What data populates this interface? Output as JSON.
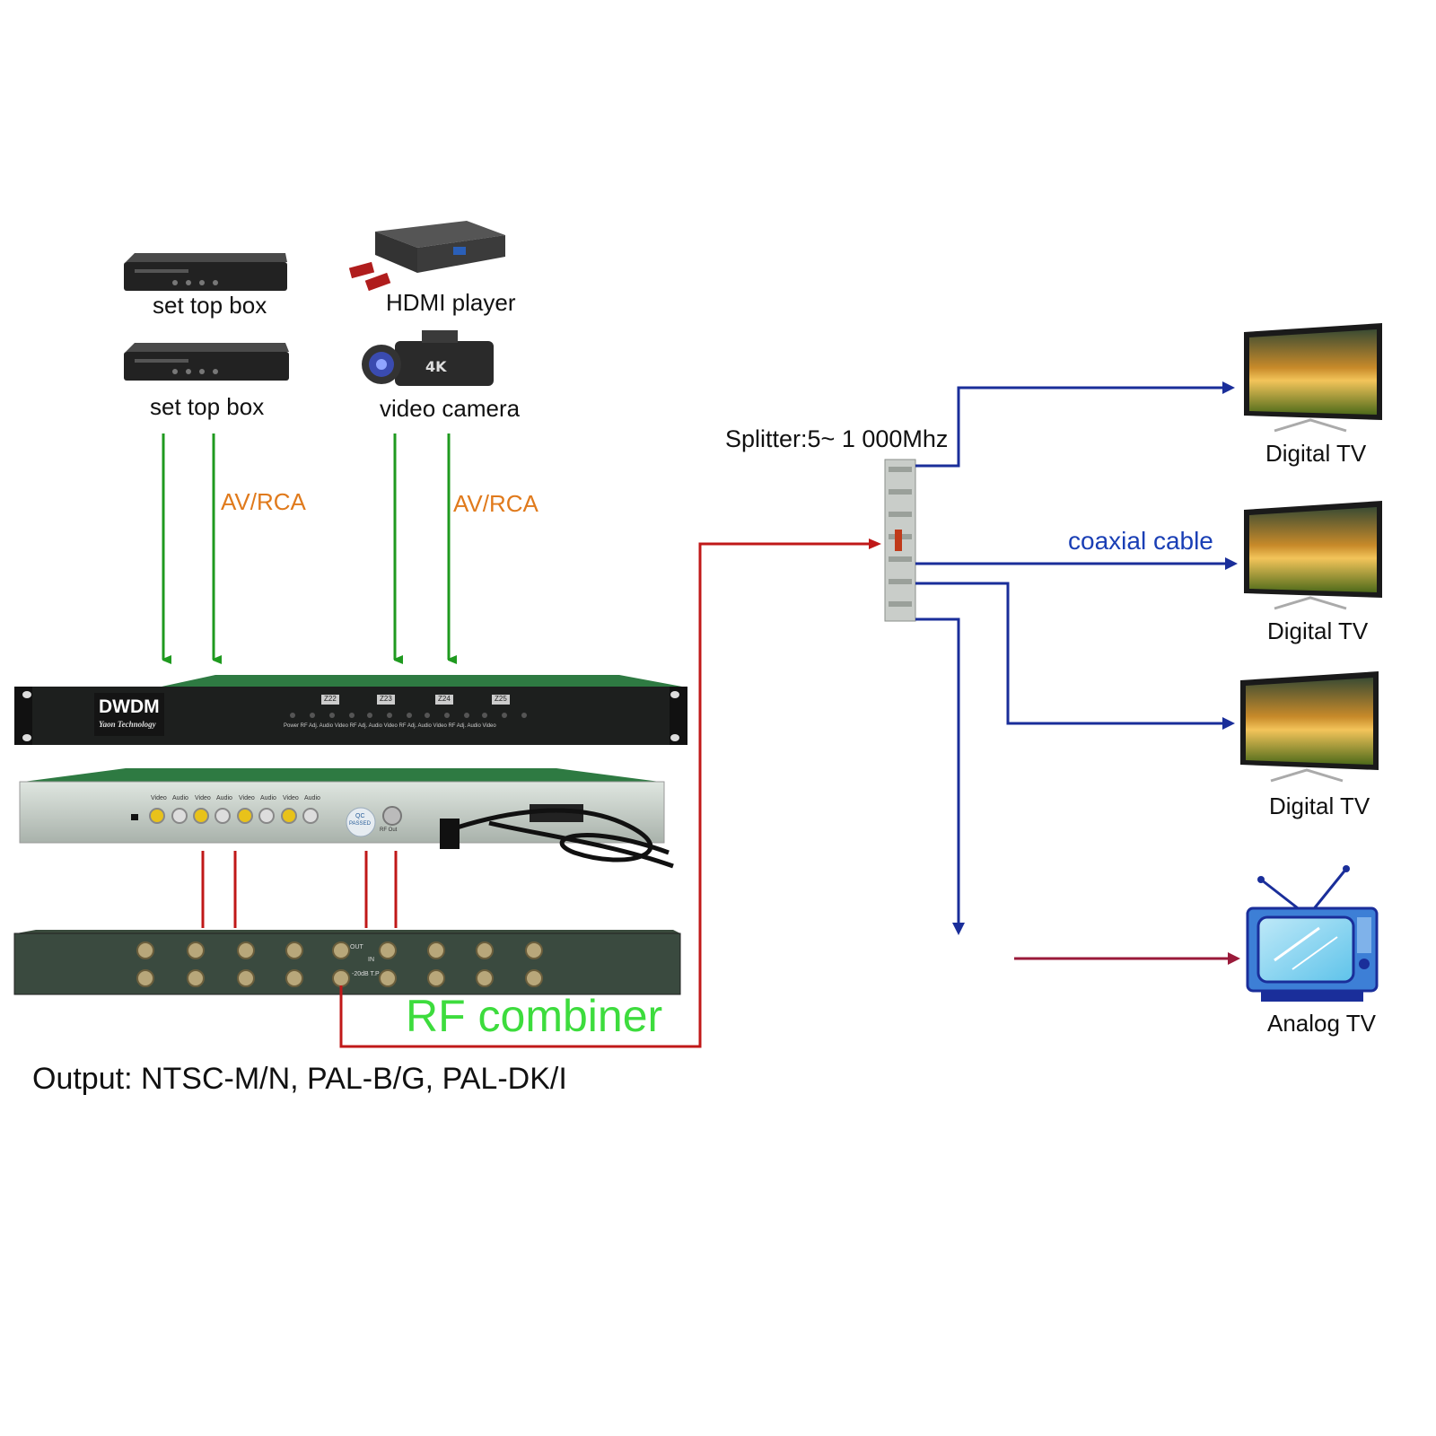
{
  "sources": {
    "stb1": "set top box",
    "stb2": "set top box",
    "hdmi": "HDMI player",
    "camera": "video camera"
  },
  "connections": {
    "av_left": "AV/RCA",
    "av_right": "AV/RCA",
    "coax": "coaxial cable"
  },
  "splitter": {
    "label": "Splitter:5~ 1 000Mhz"
  },
  "modulator": {
    "brand": "DWDM",
    "maker": "Yaon Technology",
    "channels": [
      "Z22",
      "Z23",
      "Z24",
      "Z25"
    ],
    "front_labels": "Power  RF Adj. Audio  Video  RF Adj. Audio  Video  RF Adj. Audio  Video  RF Adj. Audio  Video",
    "rear_labels": [
      "Video",
      "Audio",
      "Video",
      "Audio",
      "Video",
      "Audio",
      "Video",
      "Audio"
    ],
    "qc": "QC",
    "qc2": "PASSED",
    "rf_out": "RF Out"
  },
  "combiner": {
    "label": "RF combiner",
    "out": "OUT",
    "in": "IN",
    "tp": "-20dB T.P"
  },
  "tvs": {
    "digital1": "Digital TV",
    "digital2": "Digital TV",
    "digital3": "Digital TV",
    "analog": "Analog TV"
  },
  "output_note": "Output: NTSC-M/N, PAL-B/G, PAL-DK/I",
  "colors": {
    "green_line": "#1f9a1f",
    "red_line": "#c01818",
    "blue_line": "#1a2e9a",
    "maroon_line": "#9a1a3a"
  }
}
